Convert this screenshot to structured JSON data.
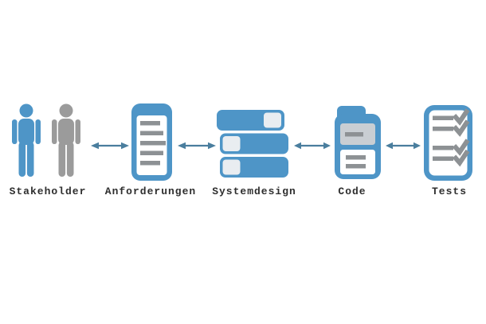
{
  "diagram": {
    "description": "Software development V-model style flow with bidirectional arrows",
    "nodes": [
      {
        "id": "stakeholder",
        "label": "Stakeholder",
        "icon": "people-icon"
      },
      {
        "id": "anforderungen",
        "label": "Anforderungen",
        "icon": "requirements-document-icon"
      },
      {
        "id": "systemdesign",
        "label": "Systemdesign",
        "icon": "stacked-modules-icon"
      },
      {
        "id": "code",
        "label": "Code",
        "icon": "code-folder-icon"
      },
      {
        "id": "tests",
        "label": "Tests",
        "icon": "checklist-icon"
      }
    ],
    "connector_type": "bidirectional-arrow",
    "connector_count": 4,
    "colors": {
      "blue": "#4e95c7",
      "person_gray": "#9b9b9b",
      "bar_gray": "#8d9194",
      "light_fill": "#e9edf1",
      "panel_gray": "#c9ced3",
      "arrow": "#4a7e9e",
      "label_text": "#2e2e2e"
    }
  }
}
